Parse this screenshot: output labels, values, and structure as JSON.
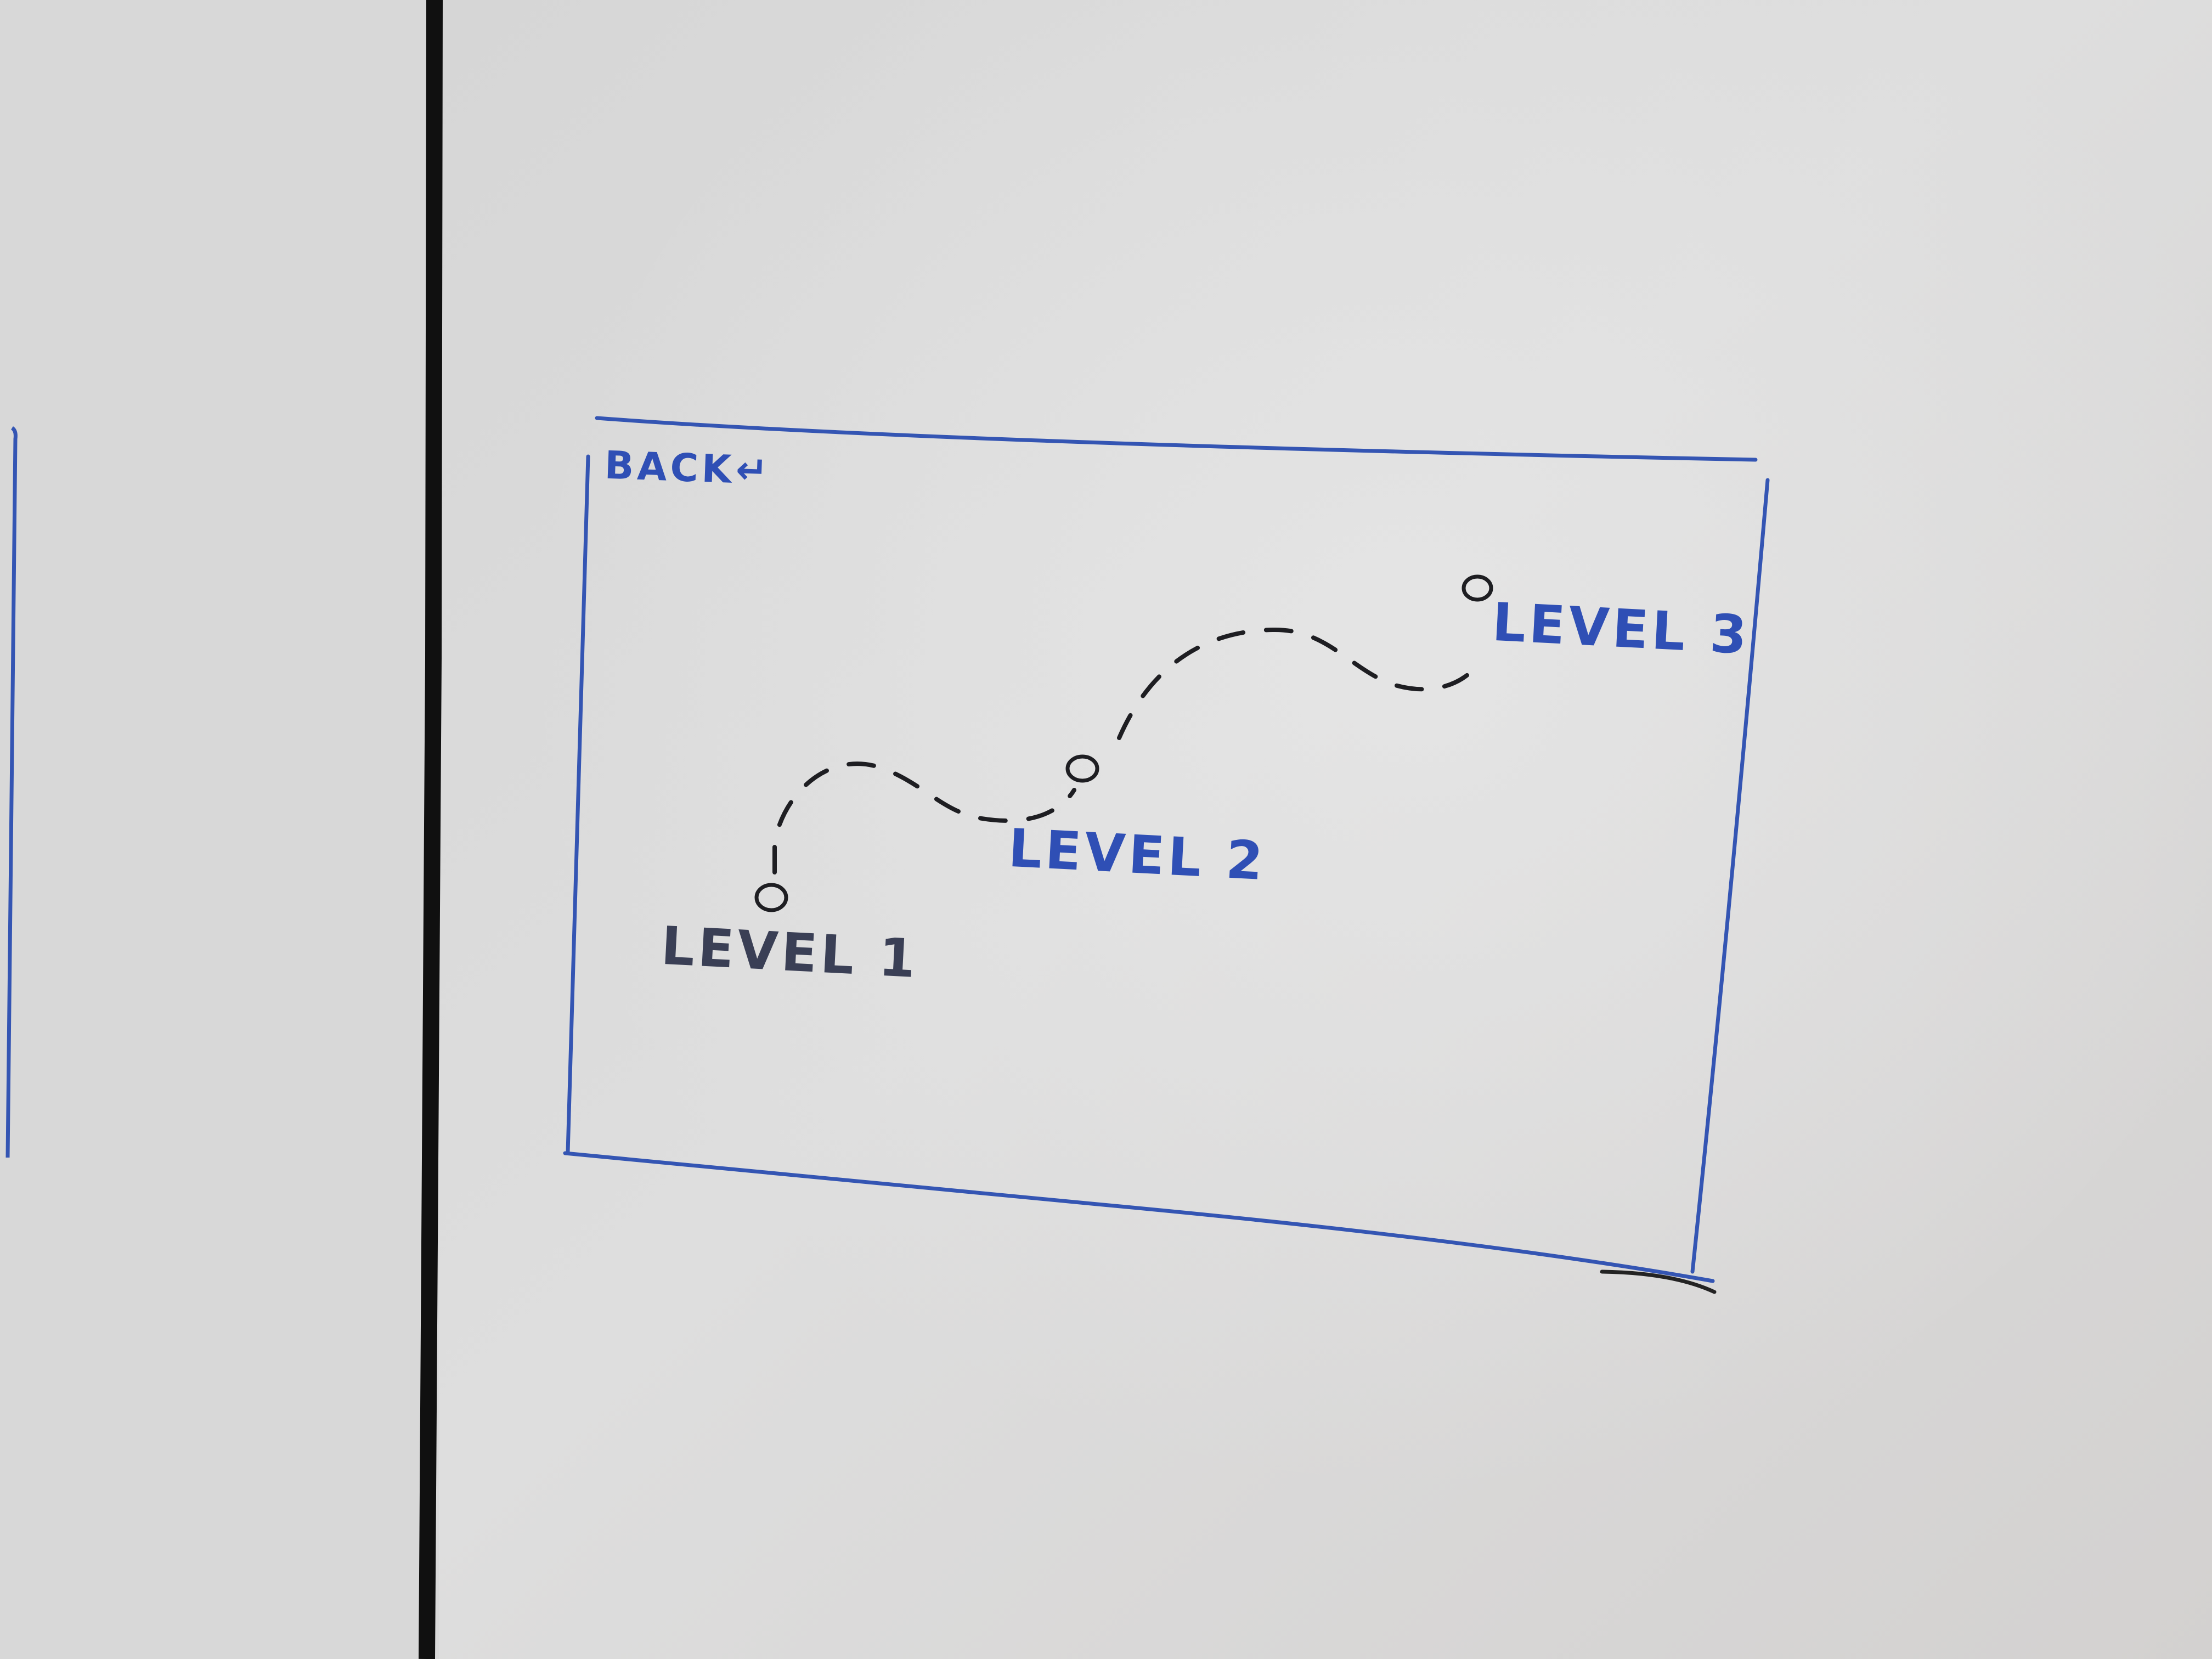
{
  "screen": {
    "back_label": "BACK",
    "back_icon": "return-arrow-icon"
  },
  "map": {
    "levels": [
      {
        "label": "LEVEL 1",
        "node_icon": "level-node-circle-icon"
      },
      {
        "label": "LEVEL 2",
        "node_icon": "level-node-circle-icon"
      },
      {
        "label": "LEVEL 3",
        "node_icon": "level-node-circle-icon"
      }
    ],
    "path_style": "dashed"
  },
  "colors": {
    "marker_blue": "#2f4fb5",
    "marker_black": "#1e1e22",
    "whiteboard": "#dcdcdc",
    "divider": "#101010"
  }
}
